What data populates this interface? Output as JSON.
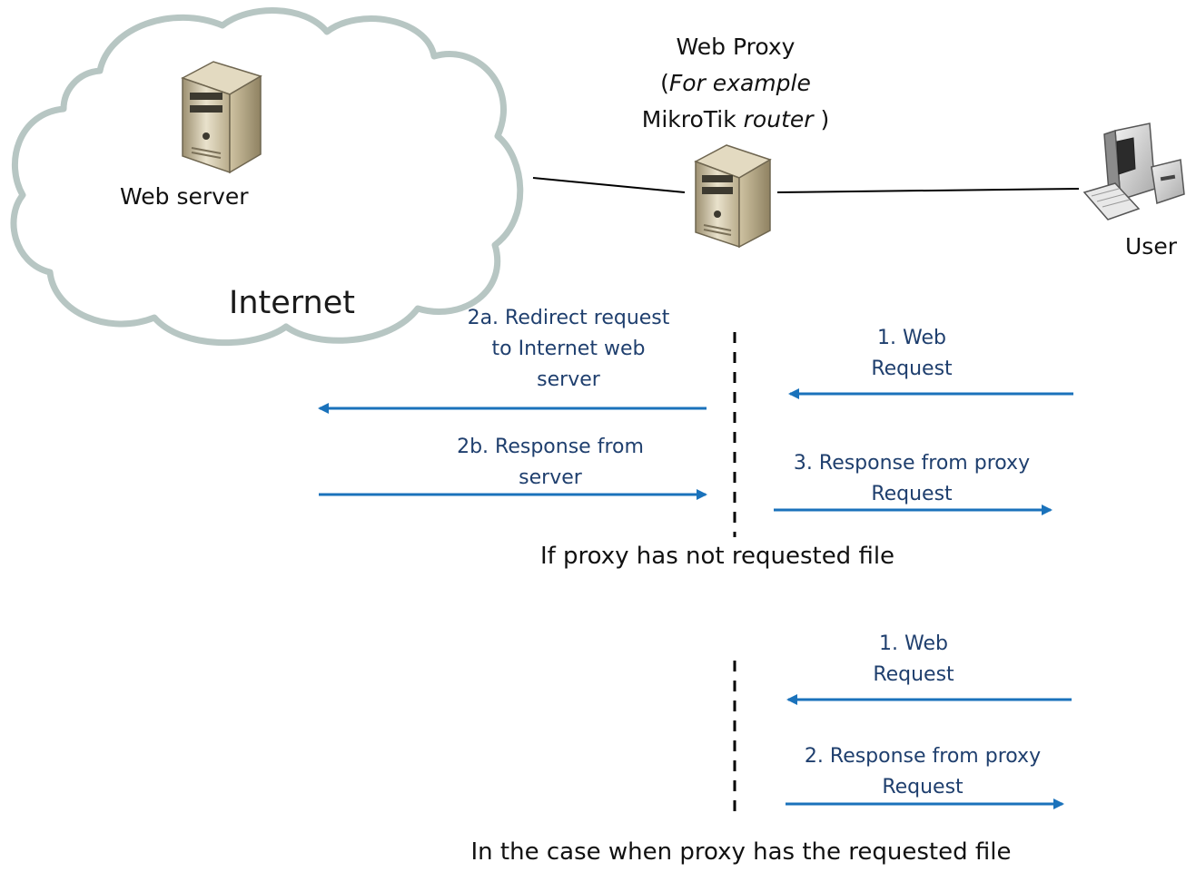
{
  "nodes": {
    "web_server": "Web server",
    "internet": "Internet",
    "proxy_title": "Web Proxy",
    "proxy_open": "(",
    "proxy_for_example": "For example",
    "proxy_mikrotik": "MikroTik",
    "proxy_router": "router",
    "proxy_close": " )",
    "user": "User"
  },
  "scenario_not_cached": {
    "step_1_line1": "1. Web",
    "step_1_line2": "Request",
    "step_2a_line1": "2a. Redirect request",
    "step_2a_line2": "to Internet web",
    "step_2a_line3": "server",
    "step_2b_line1": "2b. Response from",
    "step_2b_line2": "server",
    "step_3_line1": "3. Response from proxy",
    "step_3_line2": "Request",
    "caption": "If proxy has not requested file"
  },
  "scenario_cached": {
    "step_1_line1": "1. Web",
    "step_1_line2": "Request",
    "step_2_line1": "2. Response from proxy",
    "step_2_line2": "Request",
    "caption": "In the case when proxy has the requested file"
  },
  "colors": {
    "arrow": "#1a72bb",
    "label_text": "#1f3f6e",
    "proxy_highlight": "#f6c9ad",
    "cloud_stroke": "#b7c6c3"
  }
}
